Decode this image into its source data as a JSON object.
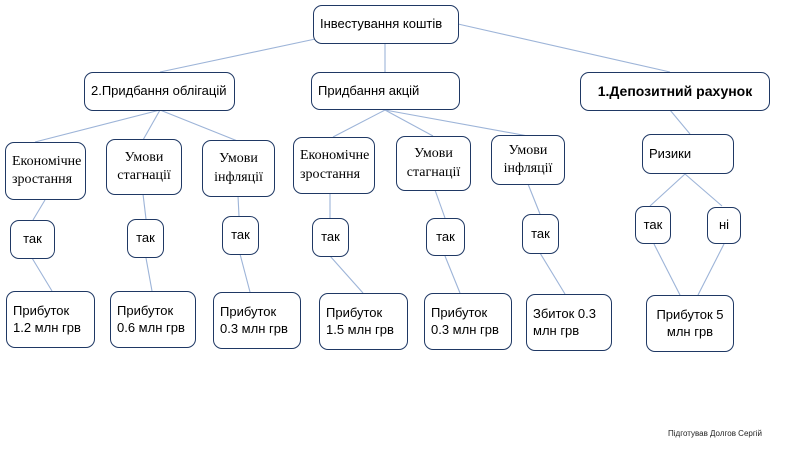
{
  "root": "Інвестування коштів",
  "branches": {
    "bonds": "2.Придбання облігацій",
    "stocks": "Придбання акцій",
    "deposit": "1.Депозитний рахунок"
  },
  "bonds": {
    "growth": "Економічне\nзростання",
    "stagnation": "Умови\nстагнації",
    "inflation": "Умови\nінфляції",
    "yes_growth": "так",
    "yes_stagnation": "так",
    "yes_inflation": "так",
    "result_growth": "Прибуток\n1.2 млн грв",
    "result_stagnation": "Прибуток\n0.6 млн грв",
    "result_inflation": "Прибуток\n0.3 млн грв"
  },
  "stocks": {
    "growth": "Економічне\nзростання",
    "stagnation": "Умови\nстагнації",
    "inflation": "Умови\nінфляції",
    "yes_growth": "так",
    "yes_stagnation": "так",
    "yes_inflation": "так",
    "result_growth": "Прибуток\n1.5 млн грв",
    "result_stagnation": "Прибуток\n0.3 млн грв",
    "result_inflation": "Збиток 0.3\nмлн грв"
  },
  "deposit": {
    "risks": "Ризики",
    "yes": "так",
    "no": "ні",
    "result": "Прибуток 5\nмлн грв"
  },
  "credit": "Підготував Долгов Сергій",
  "colors": {
    "box_border": "#1f3864",
    "connector": "#9db4d8"
  }
}
